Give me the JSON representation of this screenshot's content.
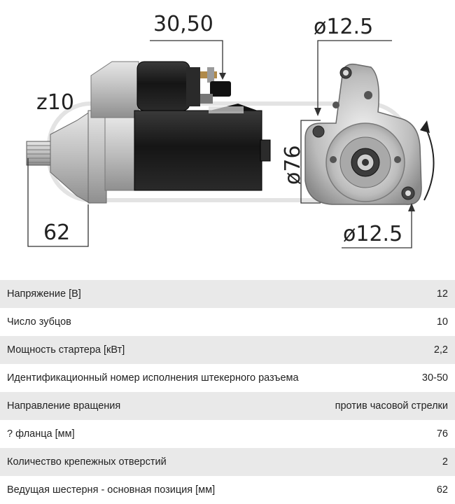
{
  "colors": {
    "body_dark": "#1c1c1c",
    "metal": "#cfcfcf",
    "row_alt": "#e9e9e9",
    "text": "#222222"
  },
  "dimensions": {
    "terminal": "30,50",
    "teeth": "z10",
    "pinion_position": "62",
    "hole_top": "ø12.5",
    "hole_bottom": "ø12.5",
    "flange": "ø76"
  },
  "specs": [
    {
      "label": "Напряжение [В]",
      "value": "12"
    },
    {
      "label": "Число зубцов",
      "value": "10"
    },
    {
      "label": "Мощность стартера [кВт]",
      "value": "2,2"
    },
    {
      "label": "Идентификационный номер исполнения штекерного разъема",
      "value": "30-50"
    },
    {
      "label": "Направление вращения",
      "value": "против часовой стрелки"
    },
    {
      "label": "? фланца [мм]",
      "value": "76"
    },
    {
      "label": "Количество крепежных отверстий",
      "value": "2"
    },
    {
      "label": "Ведущая шестерня - основная позиция [мм]",
      "value": "62"
    }
  ]
}
